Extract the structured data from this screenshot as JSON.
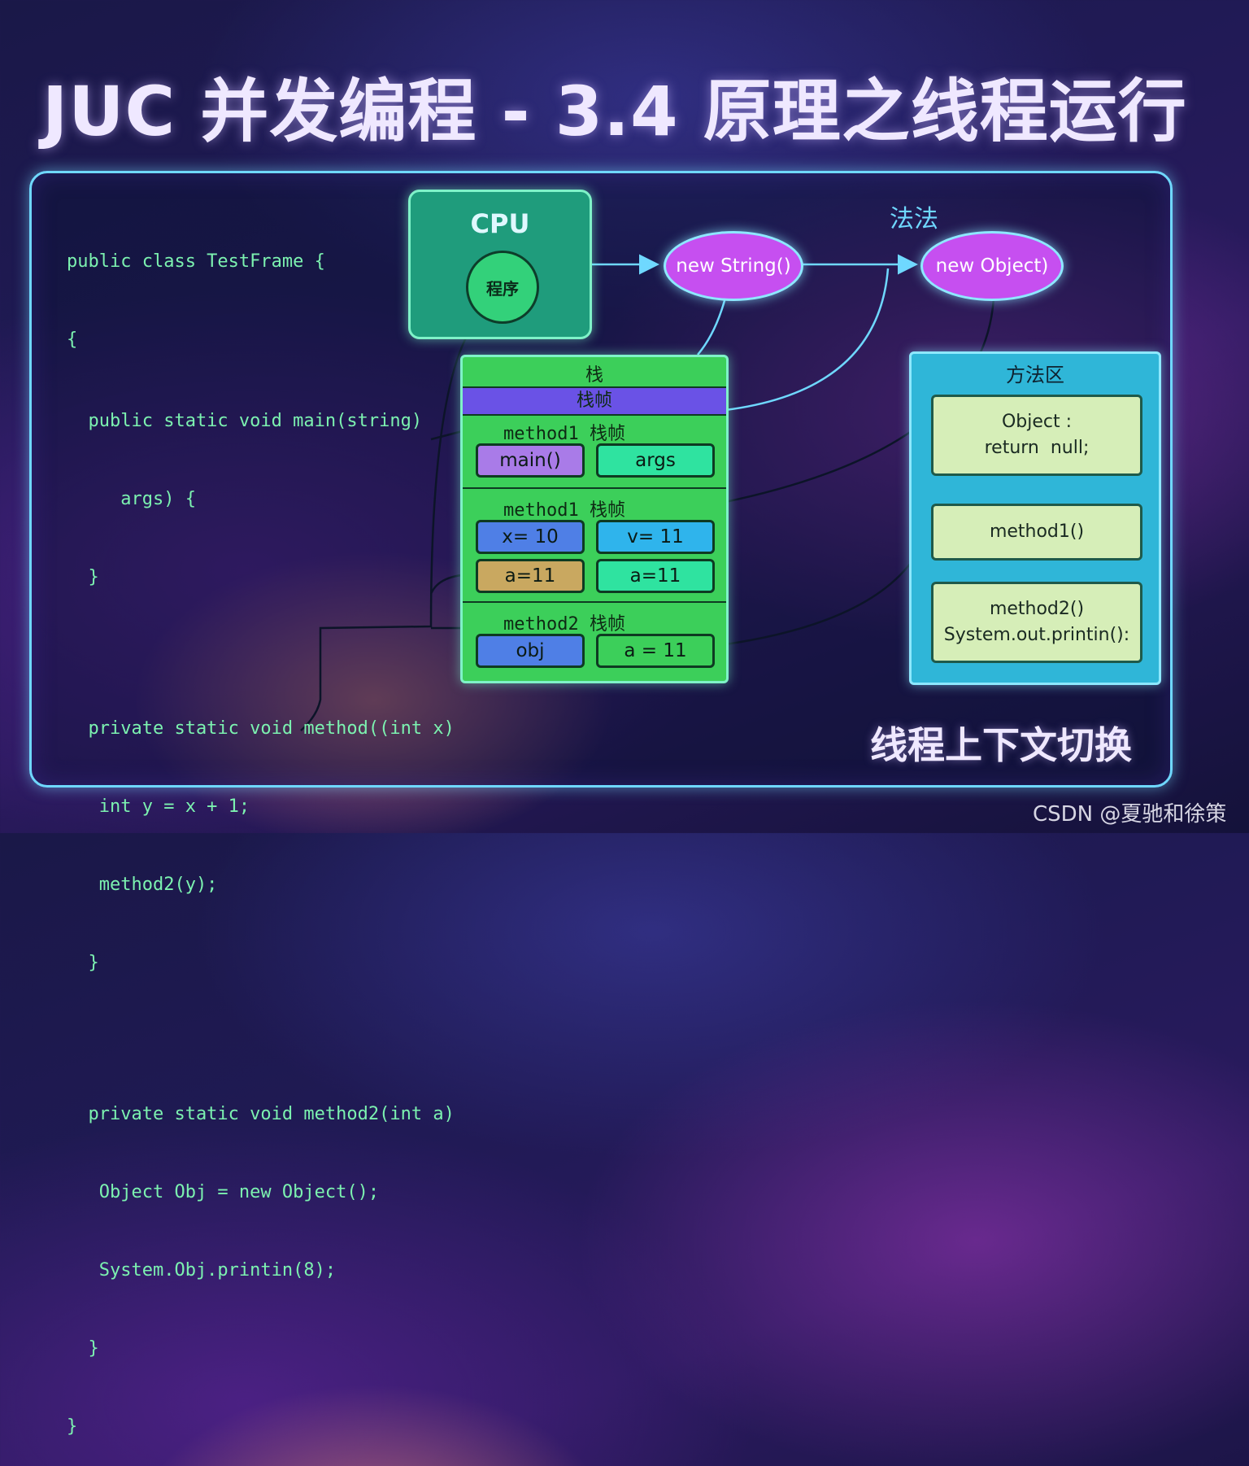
{
  "title": "JUC 并发编程 - 3.4 原理之线程运行",
  "code": {
    "lines": [
      "public class TestFrame {",
      "{",
      "  public static void main(string)",
      "     args) {",
      "  }",
      "",
      "  private static void method((int x)",
      "   int y = x + 1;",
      "   method2(y);",
      "  }",
      "",
      "  private static void method2(int a)",
      "   Object Obj = new Object();",
      "   System.Obj.printin(8);",
      "  }",
      "}"
    ]
  },
  "cpu": {
    "label": "CPU",
    "core_label": "程序"
  },
  "heap": {
    "label": "法法",
    "obj1": "new String()",
    "obj2": "new Object)"
  },
  "stack": {
    "header": "栈",
    "subheader": "栈帧",
    "frames": [
      {
        "label": "method1 栈帧",
        "cells": [
          "main()",
          "args"
        ]
      },
      {
        "label": "method1 栈帧",
        "cells": [
          "x= 10",
          "v= 11",
          "a=11",
          "a=11"
        ]
      },
      {
        "label": "method2 栈帧",
        "cells": [
          "obj",
          "a = 11"
        ]
      }
    ]
  },
  "method_area": {
    "title": "方法区",
    "box1_line1": "Object :",
    "box1_line2": "return  null;",
    "box2": "method1()",
    "box3_line1": "method2()",
    "box3_line2": "System.out.printin():"
  },
  "footer": "线程上下文切换",
  "watermark": "CSDN @夏驰和徐策",
  "colors": {
    "accent": "#6fd8ff",
    "stack_bg": "#3ccf5a",
    "method_area_bg": "#2fb6d8",
    "heap_object": "#c64ff0"
  }
}
